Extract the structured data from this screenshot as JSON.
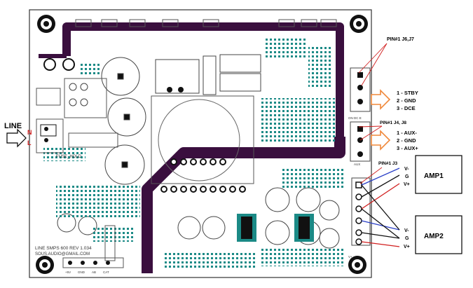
{
  "board": {
    "title": "LINE SMPS 600  REV 1.034",
    "email": "SOUS.AUDIO@GMAIL.COM",
    "fuse_label": "FUSE_HOLD",
    "bottom_pins": [
      "+5V",
      "GND",
      "AB",
      "CAT"
    ],
    "conn_labels": {
      "aux": "AUX",
      "j4": "ON  DC  E",
      "v_plus": "V+"
    }
  },
  "line_input": {
    "label": "LINE",
    "n": "N",
    "l": "L"
  },
  "callouts": {
    "j6j7": {
      "title": "PIN#1 J6,J7",
      "items": [
        "1 - STBY",
        "2 - GND",
        "3 - DCE"
      ]
    },
    "j4j8": {
      "title": "PIN#1  J4, J8",
      "items": [
        "1 - AUX-",
        "2 - GND",
        "3 - AUX+"
      ]
    },
    "j3": {
      "title": "PIN#1  J3"
    }
  },
  "amps": {
    "amp1": {
      "label": "AMP1",
      "pins": [
        "V-",
        "G",
        "V+"
      ]
    },
    "amp2": {
      "label": "AMP2",
      "pins": [
        "V-",
        "G",
        "V+"
      ]
    }
  },
  "colors": {
    "trace": "#3a0f3e",
    "silk": "#555555",
    "pad": "#1b8a86",
    "red_wire": "#d11f1f",
    "blue_wire": "#2a3fc7",
    "black_wire": "#111111",
    "arrow_orange": "#f0883a"
  }
}
